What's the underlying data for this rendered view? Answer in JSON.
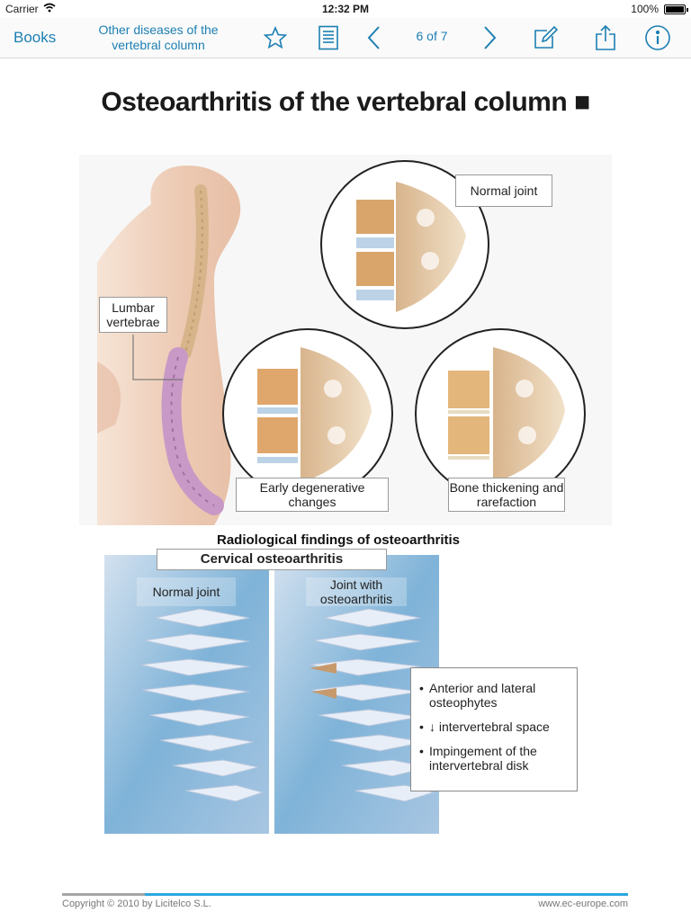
{
  "status_bar": {
    "carrier": "Carrier",
    "time": "12:32 PM",
    "battery": "100%"
  },
  "toolbar": {
    "back_label": "Books",
    "chapter_title": "Other diseases of the vertebral column",
    "page_indicator": "6 of 7",
    "accent_color": "#1c7fb3",
    "icons": [
      "star-icon",
      "contents-icon",
      "chevron-left-icon",
      "chevron-right-icon",
      "compose-icon",
      "share-icon",
      "info-icon"
    ]
  },
  "page": {
    "title": "Osteoarthritis of the vertebral column ■",
    "figure_top": {
      "lumbar_label": "Lumbar vertebrae",
      "normal_joint_label": "Normal joint",
      "early_label": "Early degenerative changes",
      "bone_label": "Bone thickening and rarefaction"
    },
    "figure_bottom": {
      "heading": "Radiological findings of osteoarthritis",
      "subheading": "Cervical osteoarthritis",
      "normal_label": "Normal joint",
      "oa_label": "Joint with osteoarthritis",
      "findings": [
        "Anterior and lateral osteophytes",
        "↓ intervertebral space",
        "Impingement of the intervertebral disk"
      ]
    }
  },
  "footer": {
    "copyright": "Copyright © 2010 by Licitelco S.L.",
    "website": "www.ec-europe.com"
  }
}
